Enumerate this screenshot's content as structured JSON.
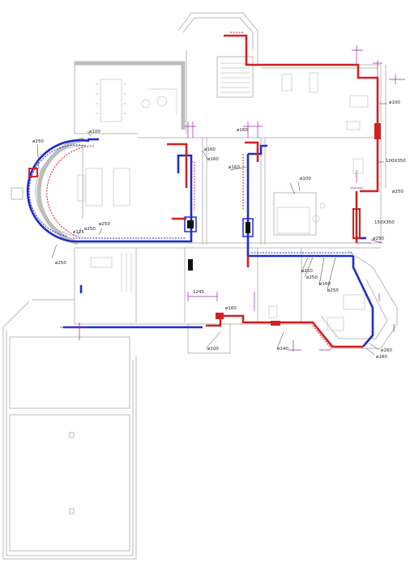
{
  "labels": {
    "d100_top_left": "ø100",
    "d250_left_arc": "ø250",
    "d250_left_low": "ø250",
    "d125": "ø125",
    "d250_mid_a": "ø250",
    "d160_center_top": "ø160",
    "d160_center_a": "ø160",
    "d160_center_b": "ø160",
    "d160_center_c": "ø160",
    "d100_right_top": "ø100",
    "d100_center": "ø100",
    "rect_100x350": "100X350",
    "d250_right_a": "ø250",
    "rect_150x350": "150X350",
    "d250_right_b": "ø250",
    "d250_corr_a": "ø250",
    "d250_corr_b": "ø250",
    "d160_corr": "ø160",
    "d250_corr_c": "ø250",
    "dim_1245": "1245",
    "d160_bottom": "ø160",
    "d100_bottom": "ø100",
    "d140_bottom": "ø140",
    "d160_br_a": "ø160",
    "d160_br_b": "ø160"
  },
  "colors": {
    "supply": "#d42020",
    "return": "#1d2ec8",
    "walls": "#b9b9b9"
  }
}
